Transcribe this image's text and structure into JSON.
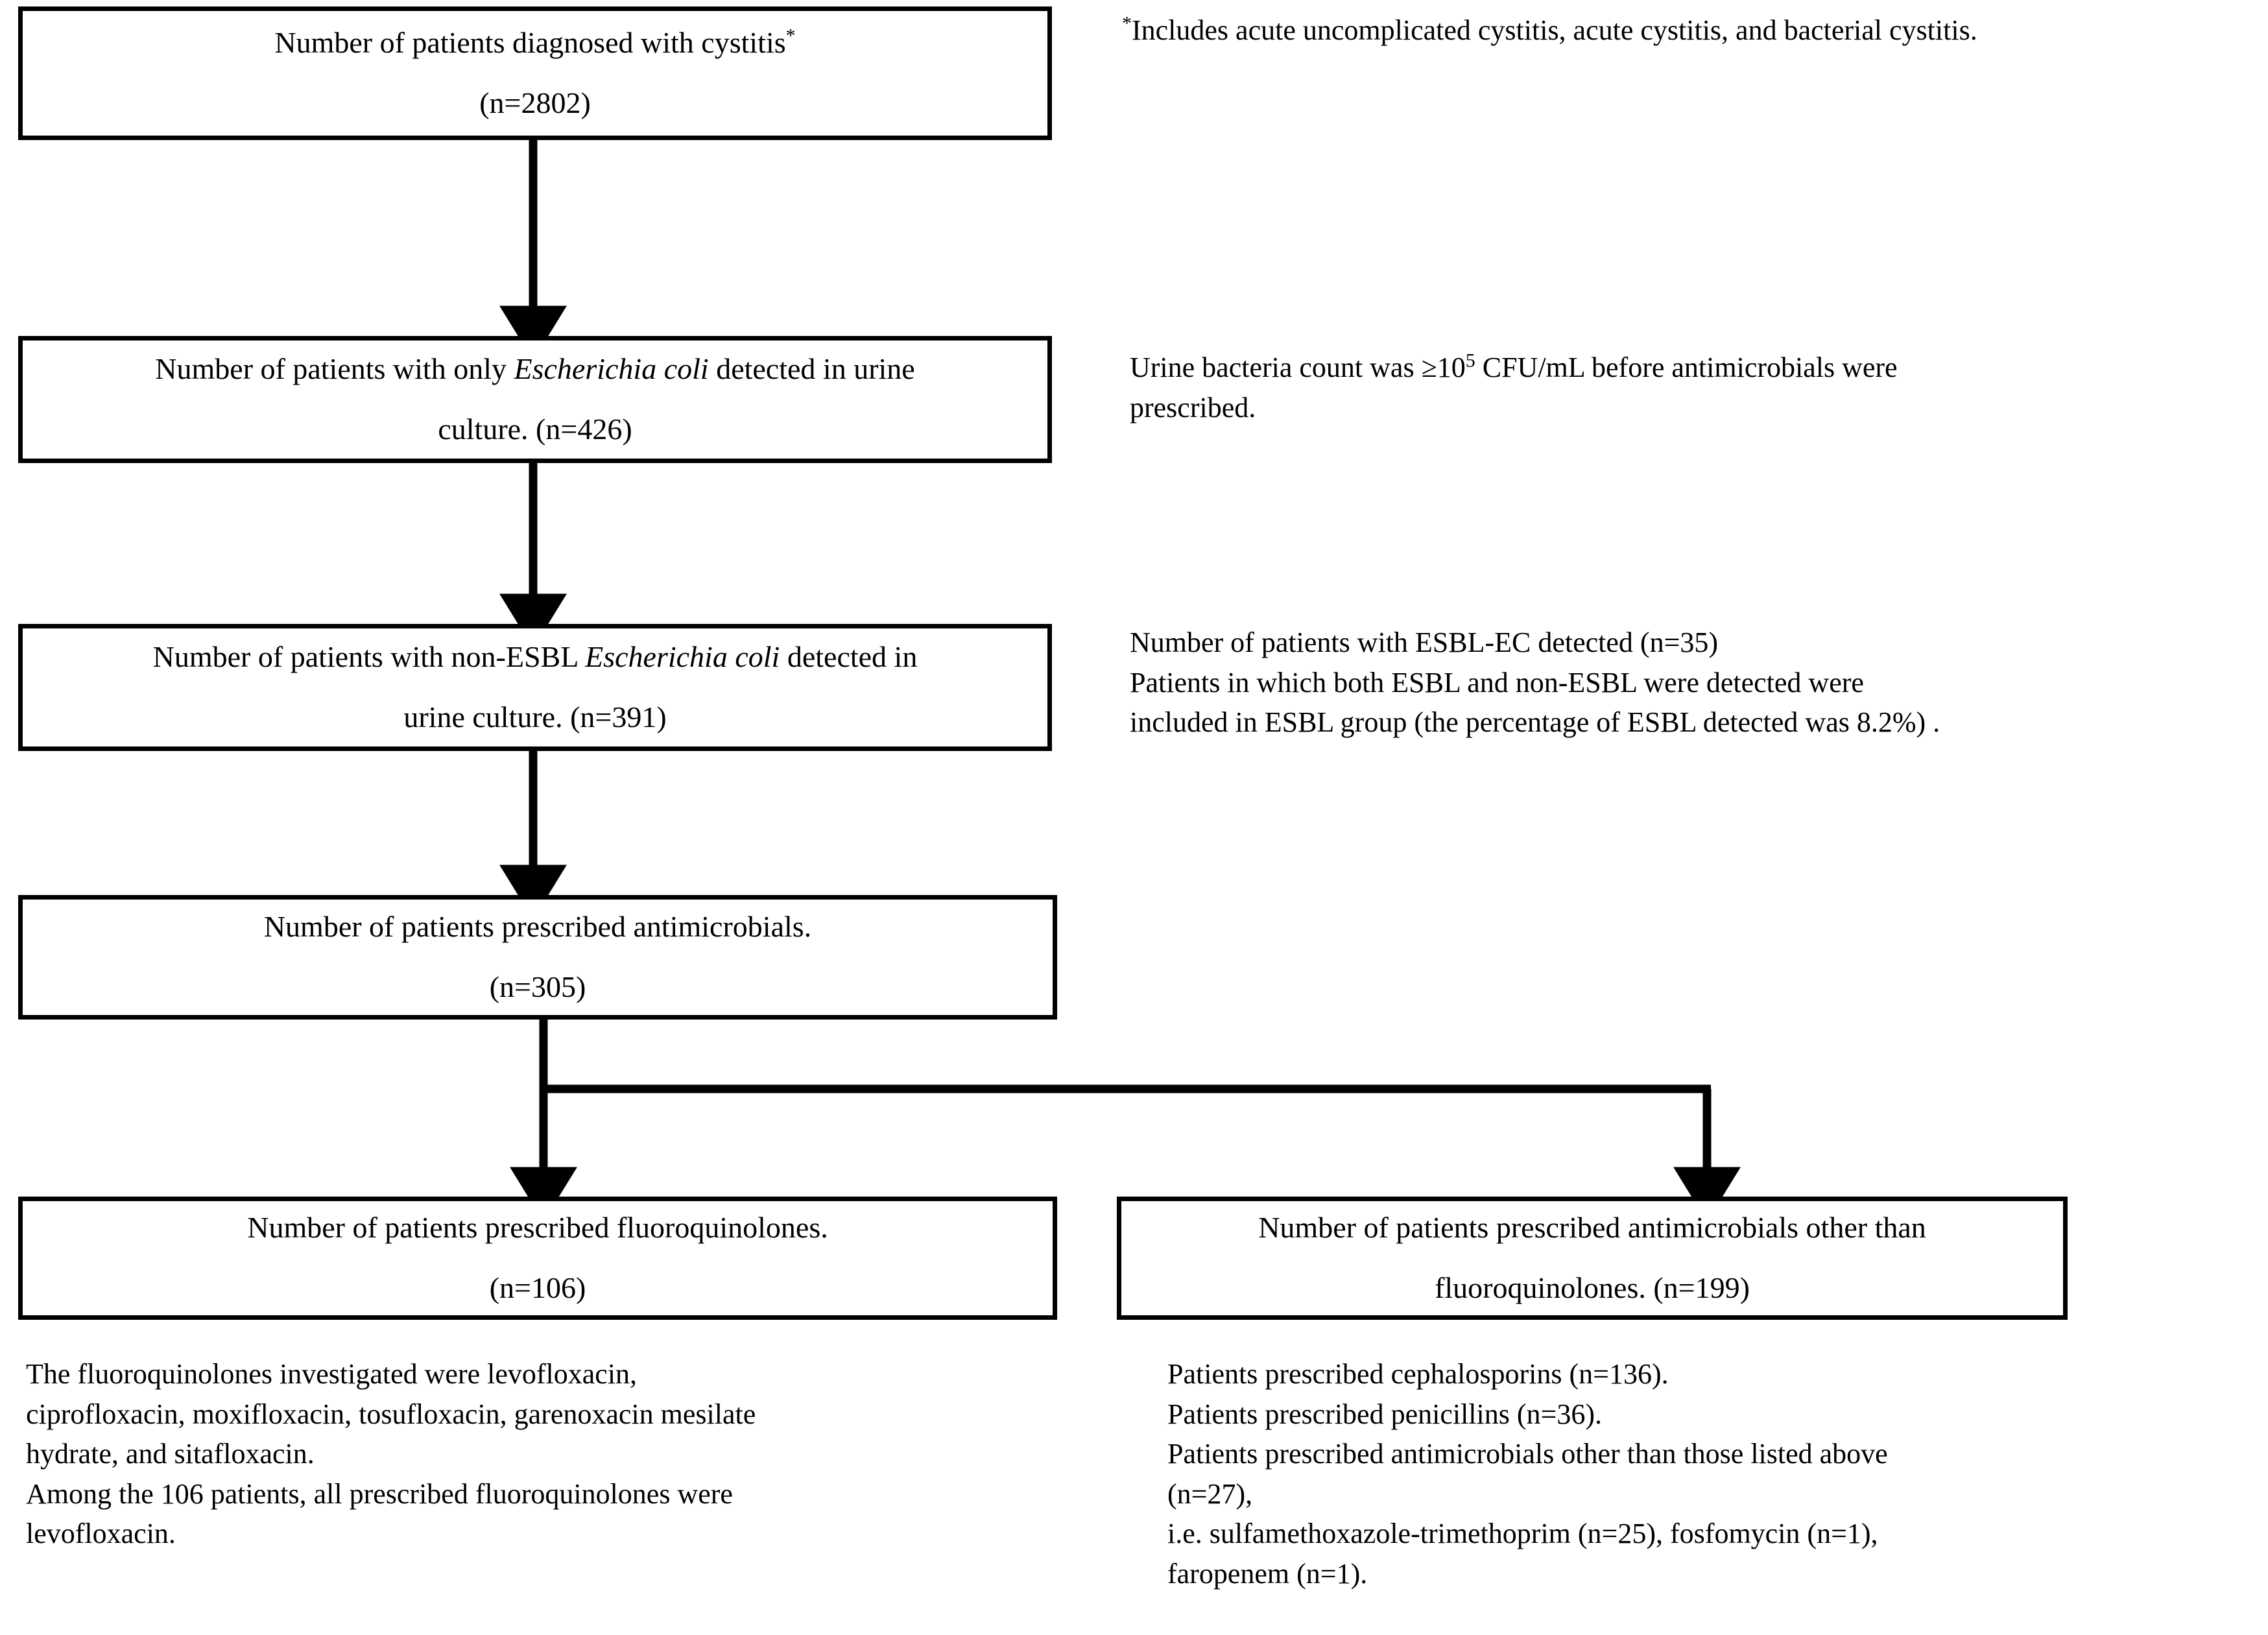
{
  "diagram": {
    "type": "flowchart",
    "title": "Patient selection flow diagram for cystitis antimicrobial prescription study",
    "nodes": [
      {
        "id": "node-cystitis",
        "line1": "Number of patients diagnosed with cystitis",
        "superscript": "*",
        "line2": "(n=2802)",
        "n": 2802
      },
      {
        "id": "node-ecoli",
        "line1_pre": "Number of patients with only ",
        "line1_italic": "Escherichia coli",
        "line1_post": " detected in urine",
        "line2": "culture. (n=426)",
        "n": 426
      },
      {
        "id": "node-nonesbl",
        "line1_pre": "Number of patients with non-ESBL ",
        "line1_italic": "Escherichia coli",
        "line1_post": " detected in",
        "line2": "urine culture. (n=391)",
        "n": 391
      },
      {
        "id": "node-antimicrobial",
        "line1": "Number of patients prescribed antimicrobials.",
        "line2": "(n=305)",
        "n": 305
      },
      {
        "id": "node-fq",
        "line1": "Number of patients prescribed fluoroquinolones.",
        "line2": "(n=106)",
        "n": 106
      },
      {
        "id": "node-nonfq",
        "line1": "Number of patients prescribed antimicrobials other than",
        "line2": "fluoroquinolones.     (n=199)",
        "n": 199
      }
    ],
    "notes": {
      "cystitis_footnote_marker": "*",
      "cystitis_footnote": "Includes acute uncomplicated cystitis, acute cystitis, and bacterial cystitis.",
      "ecoli_note_pre": "Urine bacteria count was ≥10",
      "ecoli_note_sup": "5",
      "ecoli_note_post": " CFU/mL before antimicrobials were\nprescribed.",
      "esbl_note": "Number of patients with ESBL-EC detected (n=35)\nPatients in which both ESBL and non-ESBL were detected were\nincluded in ESBL group (the percentage of ESBL detected was 8.2%) .",
      "fq_note": "The fluoroquinolones investigated were levofloxacin,\nciprofloxacin, moxifloxacin, tosufloxacin, garenoxacin mesilate\nhydrate, and sitafloxacin.\nAmong the 106 patients, all prescribed fluoroquinolones were\nlevofloxacin.",
      "nonfq_note": "Patients prescribed cephalosporins (n=136).\nPatients prescribed penicillins (n=36).\nPatients prescribed antimicrobials other than those listed above\n(n=27),\ni.e. sulfamethoxazole-trimethoprim (n=25), fosfomycin (n=1),\nfaropenem (n=1)."
    },
    "colors": {
      "stroke": "#000000",
      "background": "#ffffff"
    }
  }
}
